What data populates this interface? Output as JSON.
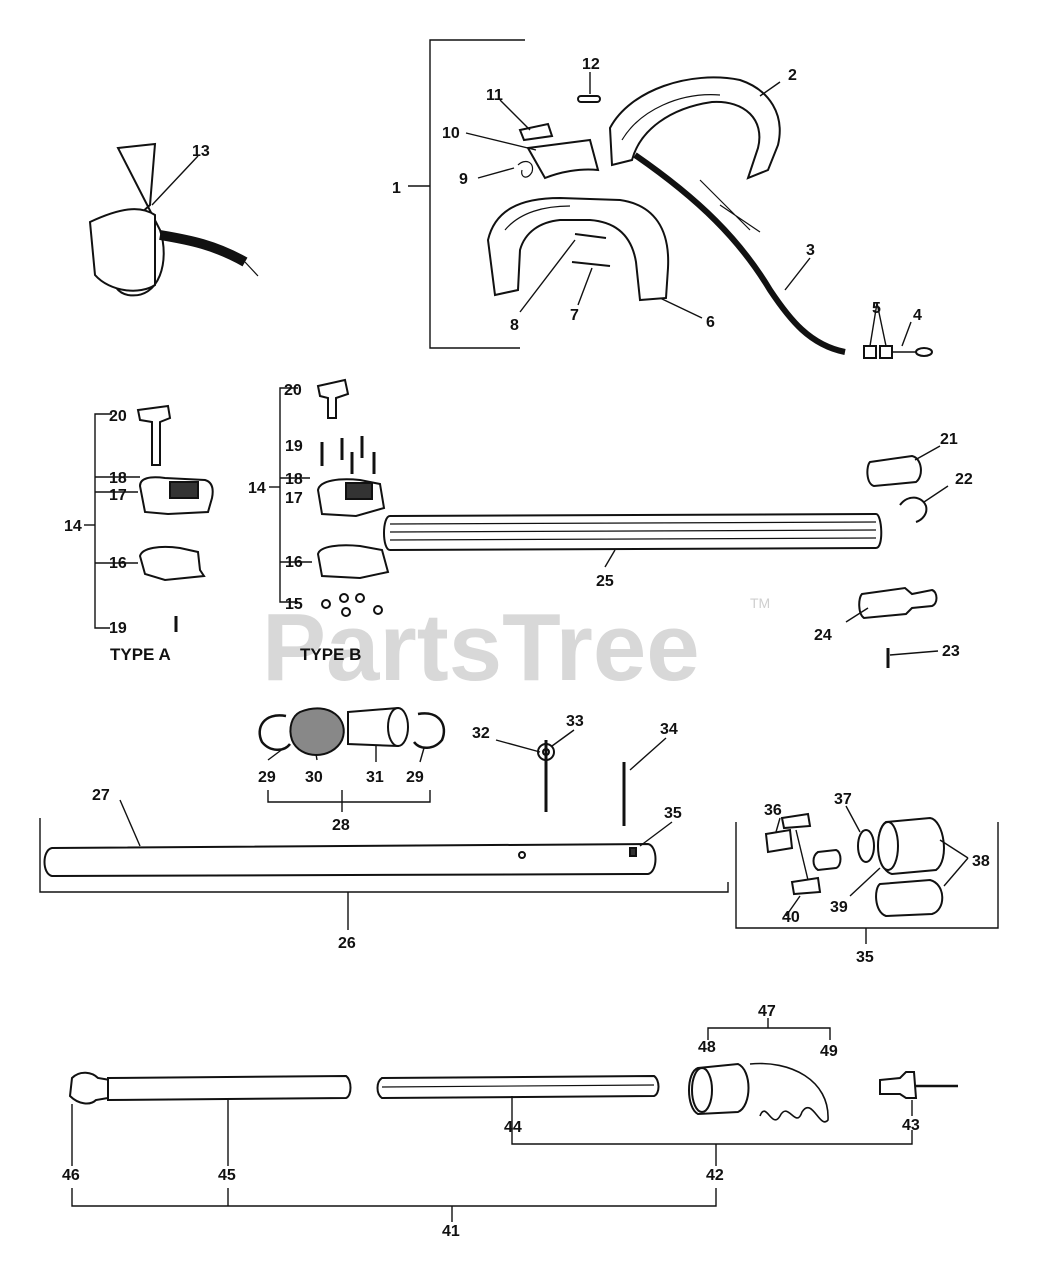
{
  "watermark": {
    "text": "PartsTree",
    "trademark": "TM"
  },
  "type_labels": {
    "a": "TYPE A",
    "b": "TYPE B"
  },
  "callouts": {
    "c1": "1",
    "c2": "2",
    "c3": "3",
    "c4": "4",
    "c5": "5",
    "c6": "6",
    "c7": "7",
    "c8": "8",
    "c9": "9",
    "c10": "10",
    "c11": "11",
    "c12": "12",
    "c13": "13",
    "c14a": "14",
    "c15": "15",
    "c16a": "16",
    "c17a": "17",
    "c18a": "18",
    "c19a": "19",
    "c20a": "20",
    "c14b": "14",
    "c16b": "16",
    "c17b": "17",
    "c18b": "18",
    "c19b": "19",
    "c20b": "20",
    "c21": "21",
    "c22": "22",
    "c23": "23",
    "c24": "24",
    "c25": "25",
    "c26": "26",
    "c27": "27",
    "c28": "28",
    "c29a": "29",
    "c29b": "29",
    "c30": "30",
    "c31": "31",
    "c32": "32",
    "c33": "33",
    "c34": "34",
    "c35a": "35",
    "c35b": "35",
    "c36": "36",
    "c37": "37",
    "c38": "38",
    "c39": "39",
    "c40": "40",
    "c41": "41",
    "c42": "42",
    "c43": "43",
    "c44": "44",
    "c45": "45",
    "c46": "46",
    "c47": "47",
    "c48": "48",
    "c49": "49"
  }
}
